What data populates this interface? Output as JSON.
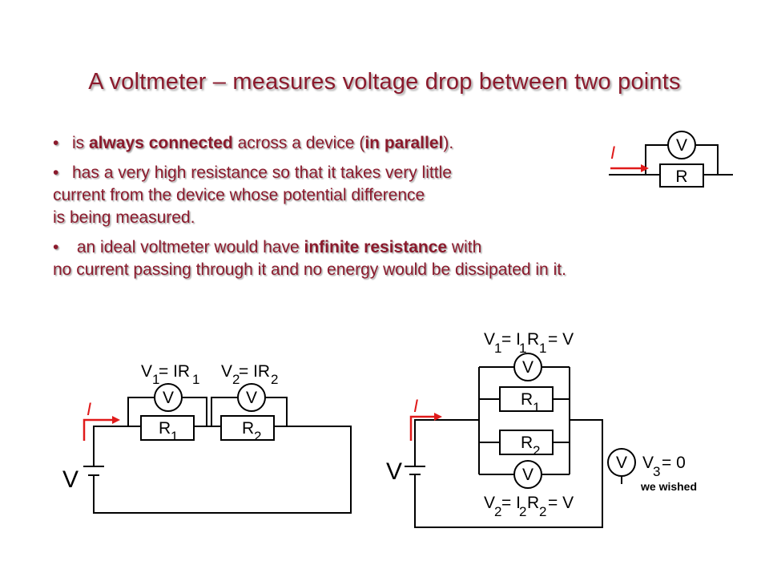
{
  "title": "A voltmeter – measures voltage drop between two points",
  "bullets": {
    "b1": {
      "pre": "is ",
      "bold1": "always connected",
      "mid": " across a device (",
      "bold2": "in parallel",
      "post": ")."
    },
    "b2": {
      "line1": "has a very high resistance so that it takes very little",
      "line2": "current from the device whose potential difference",
      "line3": "is being measured."
    },
    "b3": {
      "pre": " an ideal voltmeter would have ",
      "bold": "infinite resistance",
      "post": " with",
      "line2": "no current passing through it and no energy would be dissipated in it."
    }
  },
  "diagram1": {
    "current": "I",
    "meter": "V",
    "resistor": "R"
  },
  "diagram2": {
    "current": "I",
    "battery": "V",
    "v1": "V",
    "v1sub": "1",
    "v1eq": "= IR",
    "v1eqsub": "1",
    "v2": "V",
    "v2sub": "2",
    "v2eq": "= IR",
    "v2eqsub": "2",
    "meter1": "V",
    "meter2": "V",
    "r1": "R",
    "r1sub": "1",
    "r2": "R",
    "r2sub": "2"
  },
  "diagram3": {
    "current": "I",
    "battery": "V",
    "top_eq": {
      "v": "V",
      "vsub": "1",
      "eq": "= I",
      "isub": "1",
      "r": "R",
      "rsub": "1",
      "tail": "= V"
    },
    "bottom_eq": {
      "v": "V",
      "vsub": "2",
      "eq": "= I",
      "isub": "2",
      "r": "R",
      "rsub": "2",
      "tail": "= V"
    },
    "meter_top": "V",
    "meter_bottom": "V",
    "meter_right": "V",
    "r1": "R",
    "r1sub": "1",
    "r2": "R",
    "r2sub": "2",
    "v3": "V",
    "v3sub": "3",
    "v3eq": "= 0",
    "note": "we wished"
  }
}
